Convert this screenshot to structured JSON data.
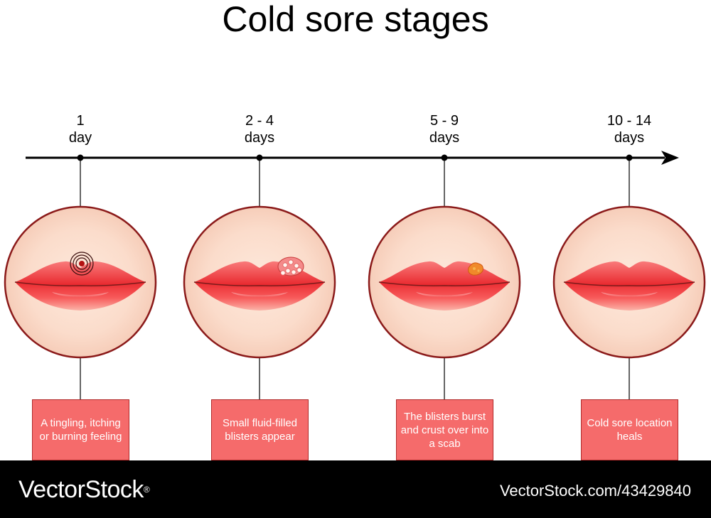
{
  "title": "Cold sore stages",
  "stages": [
    {
      "time_top": "1",
      "time_bottom": "day",
      "description": "A tingling, itching or burning feeling",
      "lesion": "tingle"
    },
    {
      "time_top": "2 - 4",
      "time_bottom": "days",
      "description": "Small fluid-filled blisters appear",
      "lesion": "blisters"
    },
    {
      "time_top": "5 - 9",
      "time_bottom": "days",
      "description": "The blisters burst and crust over into a scab",
      "lesion": "scab"
    },
    {
      "time_top": "10 - 14",
      "time_bottom": "days",
      "description": "Cold sore location heals",
      "lesion": "none"
    }
  ],
  "footer": {
    "brand": "VectorStock",
    "brand_mark": "®",
    "image_id": "VectorStock.com/43429840"
  },
  "colors": {
    "circle_border": "#8b1a1a",
    "lip": "#f24848",
    "box_fill": "#f56b6b",
    "footer_bg": "#000000"
  }
}
